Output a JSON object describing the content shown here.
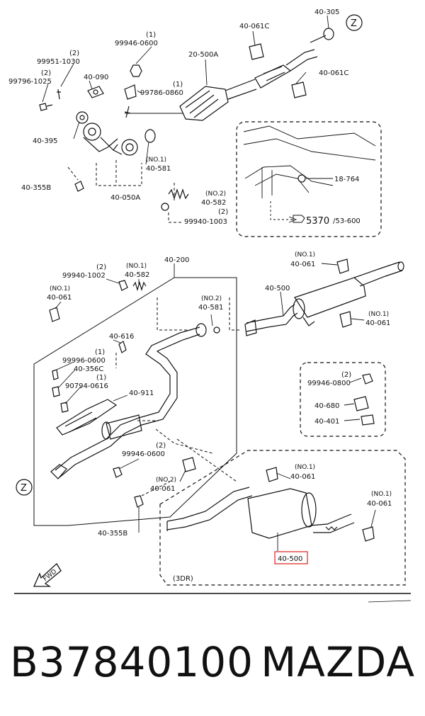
{
  "footer": {
    "part_number": "B37840100",
    "brand": "MAZDA"
  },
  "labels": {
    "l40305": "40-305",
    "z": "Z",
    "l40061c_top": "40-061C",
    "l20500a": "20-500A",
    "q1_a": "(1)",
    "p99946_0600_top": "99946-0600",
    "q2_a": "(2)",
    "p99951_1030": "99951-1030",
    "q2_b": "(2)",
    "p99796_1025": "99796-1025",
    "l40090": "40-090",
    "q1_b": "(1)",
    "p99786_0860": "99786-0860",
    "l40061c_right": "40-061C",
    "l40395": "40-395",
    "no1_a": "(NO.1)",
    "l40581_top": "40-581",
    "l18764": "18-764",
    "l40355b_top": "40-355B",
    "no2_a": "(NO.2)",
    "l40582_top": "40-582",
    "l40050a": "40-050A",
    "q2_c": "(2)",
    "p99940_1003": "99940-1003",
    "r5370": "5370",
    "r53600": "/53-600",
    "l40200": "40-200",
    "q2_d": "(2)",
    "p99940_1002": "99940-1002",
    "no1_b": "(NO.1)",
    "l40582_mid": "40-582",
    "no1_c": "(NO.1)",
    "l40061_rt1": "40-061",
    "no1_d": "(NO.1)",
    "l40061_left": "40-061",
    "l40500_mid": "40-500",
    "no2_b": "(NO.2)",
    "l40581_mid": "40-581",
    "no1_e": "(NO.1)",
    "l40061_rt2": "40-061",
    "l40616": "40-616",
    "q1_c": "(1)",
    "p99996_0600": "99996-0600",
    "l40356c": "40-356C",
    "q1_d": "(1)",
    "p90794_0616": "90794-0616",
    "l40911": "40-911",
    "q2_e": "(2)",
    "p99946_0800": "99946-0800",
    "l40680": "40-680",
    "l40401": "40-401",
    "q2_f": "(2)",
    "p99946_0600_mid": "99946-0600",
    "no2_c": "(NO.2)",
    "l40061_bot": "40-061",
    "no1_f": "(NO.1)",
    "l40061_3dr1": "40-061",
    "no1_g": "(NO.1)",
    "l40061_3dr2": "40-061",
    "l40355b_bot": "40-355B",
    "l40500_3dr": "40-500",
    "dr3": "(3DR)",
    "fwd": "FWD"
  },
  "highlight": {
    "color": "#e03030",
    "target": "40-500"
  }
}
